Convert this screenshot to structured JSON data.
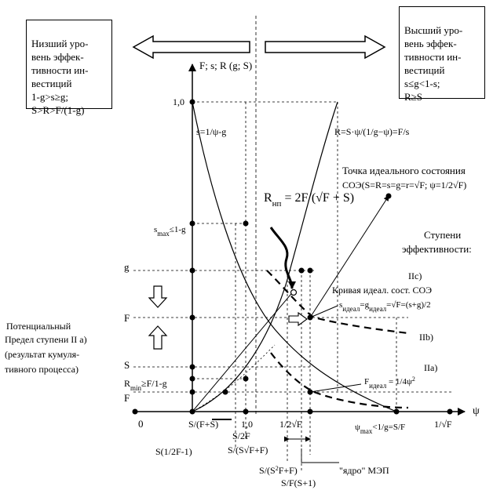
{
  "left_box": {
    "lines": [
      "Низший уро-",
      "вень эффек-",
      "тивности ин-",
      "вестиций",
      "1-g>s≥g;",
      "S>R>F/(1-g)"
    ]
  },
  "right_box": {
    "lines": [
      "Высший уро-",
      "вень эффек-",
      "тивности ин-",
      "вестиций",
      "s≤g<1-s;",
      "R≥S"
    ]
  },
  "axis": {
    "y_label": "F; s; R (g; S)",
    "x_label": "ψ",
    "origin": "0"
  },
  "y_ticks": {
    "one": "1,0",
    "smax": "s<tspan baseline-shift='sub' font-size='9'>max</tspan>≤1-g",
    "g": "g",
    "F_mid": "F",
    "S": "S",
    "Rmin": "R<tspan baseline-shift='sub' font-size='9'>min</tspan>≥F/1-g",
    "F_low": "F"
  },
  "x_ticks": {
    "a": "S/(F+S)",
    "b": "1,0",
    "c": "1/2√F",
    "d": "ψ<tspan baseline-shift='sub' font-size='9'>max</tspan><1/g=S/F",
    "e": "1/√F"
  },
  "below_labels": {
    "l1": "S(1/2F-1)",
    "l2": "S/2F",
    "l3": "S/(S√F+F)",
    "l4": "S/(S<tspan baseline-shift='super' font-size='8'>2</tspan>F+F)",
    "l5": "S/F(S+1)",
    "core": "\"ядро\"  МЭП"
  },
  "curve_labels": {
    "s_curve": "s=1/ψ-g",
    "R_curve": "R=S·ψ/(1/g−ψ)=F/s",
    "R_np": "R<tspan baseline-shift='sub' font-size='11'>нп</tspan> = 2F/(√F + S)",
    "ideal_point_1": "Точка идеального состояния",
    "ideal_point_2": "СОЭ(S=R=s=g=r=√F; ψ=1/2√F)",
    "steps_1": "Ступени",
    "steps_2": "эффективности:",
    "IIc": "IIc)",
    "IIb": "IIb)",
    "IIa": "IIa)",
    "curve_ideal": "Кривая идеал. сост. СОЭ",
    "s_ideal": "s<tspan baseline-shift='sub' font-size='9'>идеал</tspan>=g<tspan baseline-shift='sub' font-size='9'>идеал</tspan>=√F=(s+g)/2",
    "F_ideal": "F<tspan baseline-shift='sub' font-size='9'>идеал</tspan> = 1/4ψ<tspan baseline-shift='super' font-size='8'>2</tspan>"
  },
  "potential_label": {
    "lines": [
      "Потенциальный",
      "Предел ступени II a)",
      "(результат кумуля-",
      "тивного процесса)"
    ]
  }
}
